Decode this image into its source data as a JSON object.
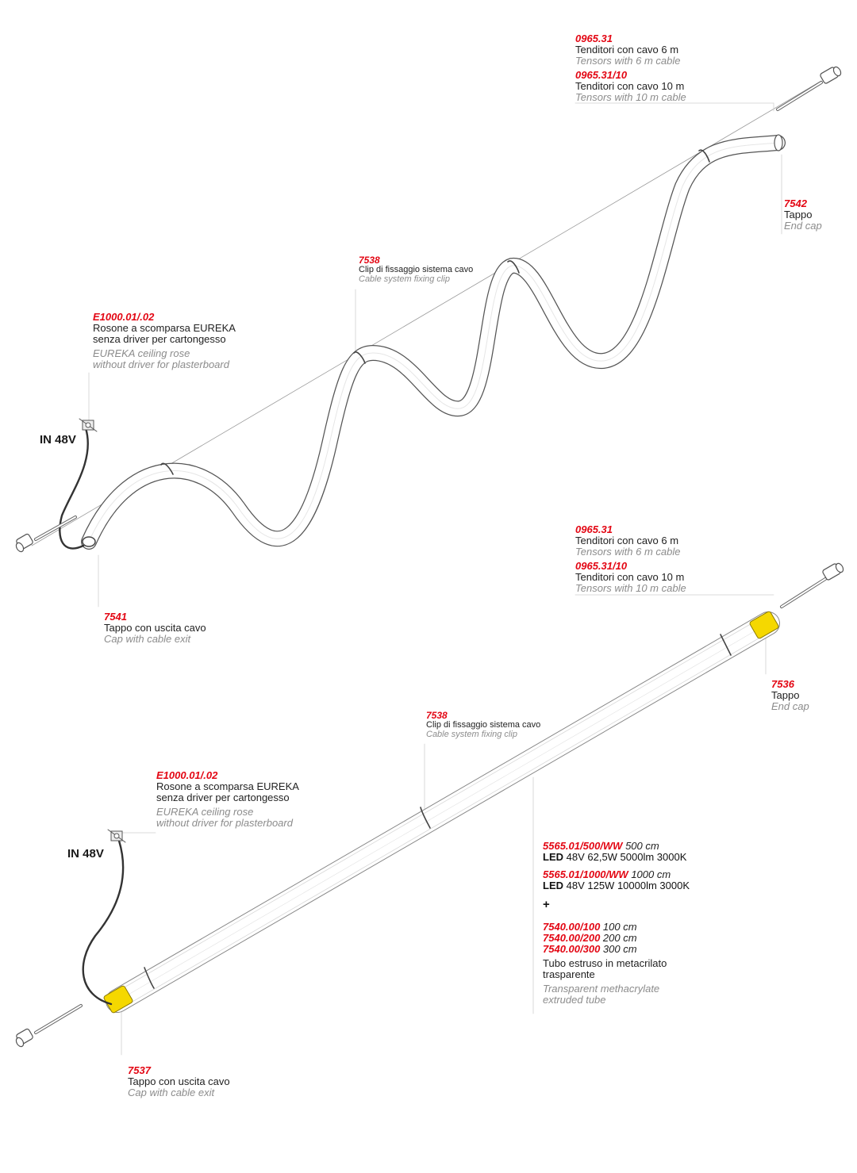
{
  "top": {
    "tensors": {
      "code_6m": "0965.31",
      "it_6m": "Tenditori con cavo 6 m",
      "en_6m": "Tensors with 6 m cable",
      "code_10m": "0965.31/10",
      "it_10m": "Tenditori con cavo 10 m",
      "en_10m": "Tensors with 10 m cable"
    },
    "end_cap": {
      "code": "7542",
      "it": "Tappo",
      "en": "End cap"
    },
    "clip": {
      "code": "7538",
      "it": "Clip di fissaggio sistema cavo",
      "en": "Cable system fixing clip"
    },
    "rose": {
      "code": "E1000.01/.02",
      "it_1": "Rosone a scomparsa EUREKA",
      "it_2": "senza driver per cartongesso",
      "en_1": "EUREKA ceiling rose",
      "en_2": "without driver for plasterboard"
    },
    "input": "IN 48V",
    "cable_cap": {
      "code": "7541",
      "it": "Tappo con uscita cavo",
      "en": "Cap with cable exit"
    }
  },
  "bottom": {
    "tensors": {
      "code_6m": "0965.31",
      "it_6m": "Tenditori con cavo 6 m",
      "en_6m": "Tensors with 6 m cable",
      "code_10m": "0965.31/10",
      "it_10m": "Tenditori con cavo 10 m",
      "en_10m": "Tensors with 10 m cable"
    },
    "end_cap": {
      "code": "7536",
      "it": "Tappo",
      "en": "End cap"
    },
    "clip": {
      "code": "7538",
      "it": "Clip di fissaggio sistema cavo",
      "en": "Cable system fixing clip"
    },
    "rose": {
      "code": "E1000.01/.02",
      "it_1": "Rosone a scomparsa EUREKA",
      "it_2": "senza driver per cartongesso",
      "en_1": "EUREKA ceiling rose",
      "en_2": "without driver for plasterboard"
    },
    "input": "IN 48V",
    "cable_cap": {
      "code": "7537",
      "it": "Tappo con uscita cavo",
      "en": "Cap with cable exit"
    },
    "led": [
      {
        "code": "5565.01/500/WW",
        "length": "500 cm",
        "led_word": "LED",
        "spec": "48V 62,5W 5000lm 3000K"
      },
      {
        "code": "5565.01/1000/WW",
        "length": "1000 cm",
        "led_word": "LED",
        "spec": "48V 125W 10000lm 3000K"
      }
    ],
    "plus": "+",
    "tubes": [
      {
        "code": "7540.00/100",
        "length": "100 cm"
      },
      {
        "code": "7540.00/200",
        "length": "200 cm"
      },
      {
        "code": "7540.00/300",
        "length": "300 cm"
      }
    ],
    "tube_it_1": "Tubo estruso in metacrilato",
    "tube_it_2": "trasparente",
    "tube_en_1": "Transparent methacrylate",
    "tube_en_2": "extruded tube"
  },
  "colors": {
    "code": "#e30613",
    "cap_yellow": "#f5d800",
    "leader": "#c8c8c8",
    "english": "#8c8c8c"
  }
}
